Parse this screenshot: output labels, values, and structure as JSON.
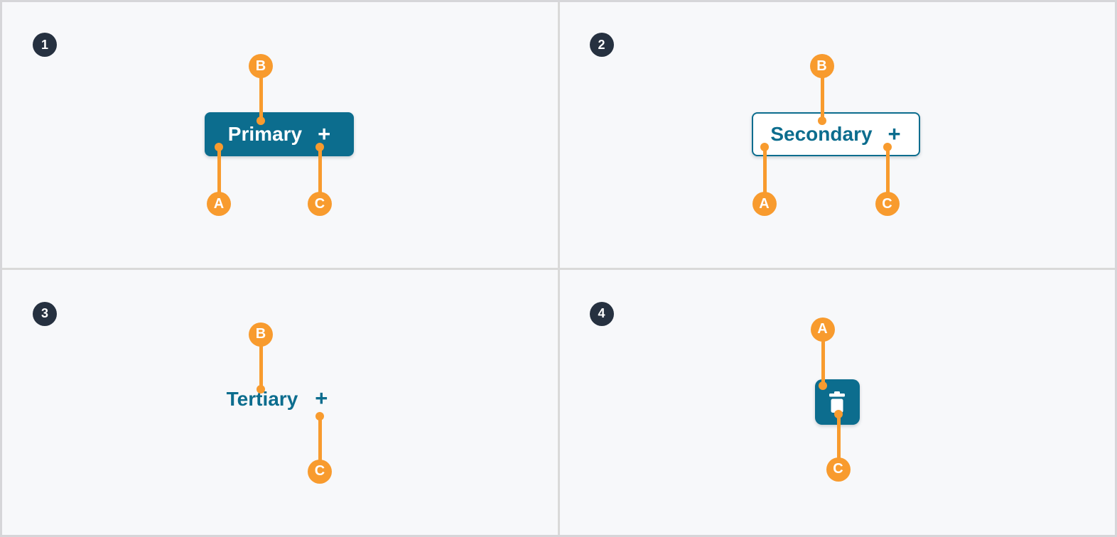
{
  "colors": {
    "teal": "#0C6D8E",
    "orange": "#F89B2E",
    "badge_bg": "#263140",
    "panel_bg": "#F7F8FA",
    "divider": "#D9D9D9",
    "white": "#FFFFFF"
  },
  "panels": [
    {
      "number": "1",
      "button": {
        "label": "Primary",
        "icon": "plus-icon",
        "icon_glyph": "+"
      },
      "callouts": [
        {
          "letter": "A"
        },
        {
          "letter": "B"
        },
        {
          "letter": "C"
        }
      ]
    },
    {
      "number": "2",
      "button": {
        "label": "Secondary",
        "icon": "plus-icon",
        "icon_glyph": "+"
      },
      "callouts": [
        {
          "letter": "A"
        },
        {
          "letter": "B"
        },
        {
          "letter": "C"
        }
      ]
    },
    {
      "number": "3",
      "button": {
        "label": "Tertiary",
        "icon": "plus-icon",
        "icon_glyph": "+"
      },
      "callouts": [
        {
          "letter": "B"
        },
        {
          "letter": "C"
        }
      ]
    },
    {
      "number": "4",
      "button": {
        "icon": "trash-icon"
      },
      "callouts": [
        {
          "letter": "A"
        },
        {
          "letter": "C"
        }
      ]
    }
  ]
}
